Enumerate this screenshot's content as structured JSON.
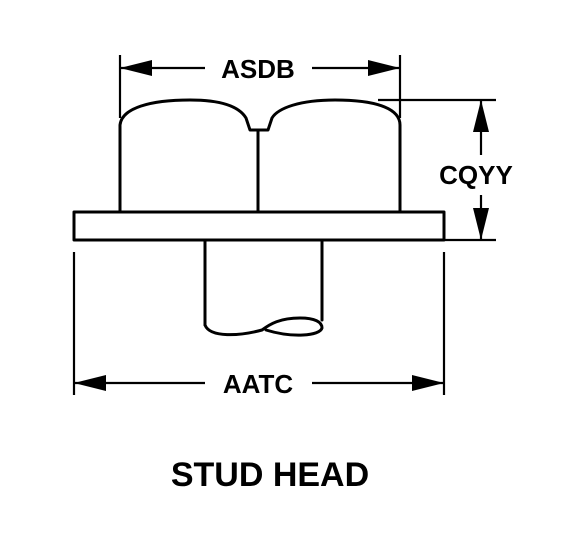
{
  "dimensions": {
    "top_width": "ASDB",
    "head_height": "CQYY",
    "flange_width": "AATC"
  },
  "caption": "STUD HEAD",
  "colors": {
    "line": "#000000",
    "background": "#ffffff"
  }
}
